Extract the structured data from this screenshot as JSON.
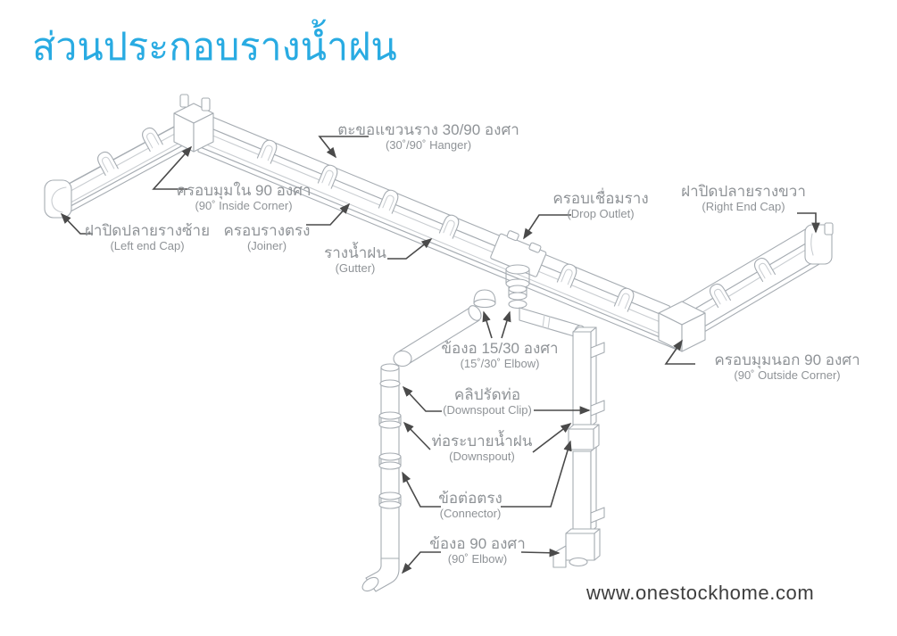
{
  "page": {
    "title": "ส่วนประกอบรางน้ำฝน",
    "watermark": "www.onestockhome.com"
  },
  "colors": {
    "title_blue": "#29abe2",
    "label_gray": "#8f9397",
    "leader_dark": "#4a4a4a",
    "line_art_gray": "#a6acb2"
  },
  "labels": [
    {
      "id": "hanger",
      "thai": "ตะขอแขวนราง 30/90 องศา",
      "eng": "(30˚/90˚  Hanger)"
    },
    {
      "id": "inside-corner",
      "thai": "ครอบมุมใน 90 องศา",
      "eng": "(90˚ Inside Corner)"
    },
    {
      "id": "left-end-cap",
      "thai": "ฝาปิดปลายรางซ้าย",
      "eng": "(Left end Cap)"
    },
    {
      "id": "joiner",
      "thai": "ครอบรางตรง",
      "eng": "(Joiner)"
    },
    {
      "id": "gutter",
      "thai": "รางน้ำฝน",
      "eng": "(Gutter)"
    },
    {
      "id": "drop-outlet",
      "thai": "ครอบเชื่อมราง",
      "eng": "(Drop Outlet)"
    },
    {
      "id": "right-end-cap",
      "thai": "ฝาปิดปลายรางขวา",
      "eng": "(Right End Cap)"
    },
    {
      "id": "outside-corner",
      "thai": "ครอบมุมนอก 90 องศา",
      "eng": "(90˚  Outside Corner)"
    },
    {
      "id": "elbow-15-30",
      "thai": "ข้องอ 15/30 องศา",
      "eng": "(15˚/30˚  Elbow)"
    },
    {
      "id": "downspout-clip",
      "thai": "คลิปรัดท่อ",
      "eng": "(Downspout Clip)"
    },
    {
      "id": "downspout",
      "thai": "ท่อระบายน้ำฝน",
      "eng": "(Downspout)"
    },
    {
      "id": "connector",
      "thai": "ข้อต่อตรง",
      "eng": "(Connector)"
    },
    {
      "id": "elbow-90",
      "thai": "ข้องอ 90 องศา",
      "eng": "(90˚ Elbow)"
    }
  ]
}
